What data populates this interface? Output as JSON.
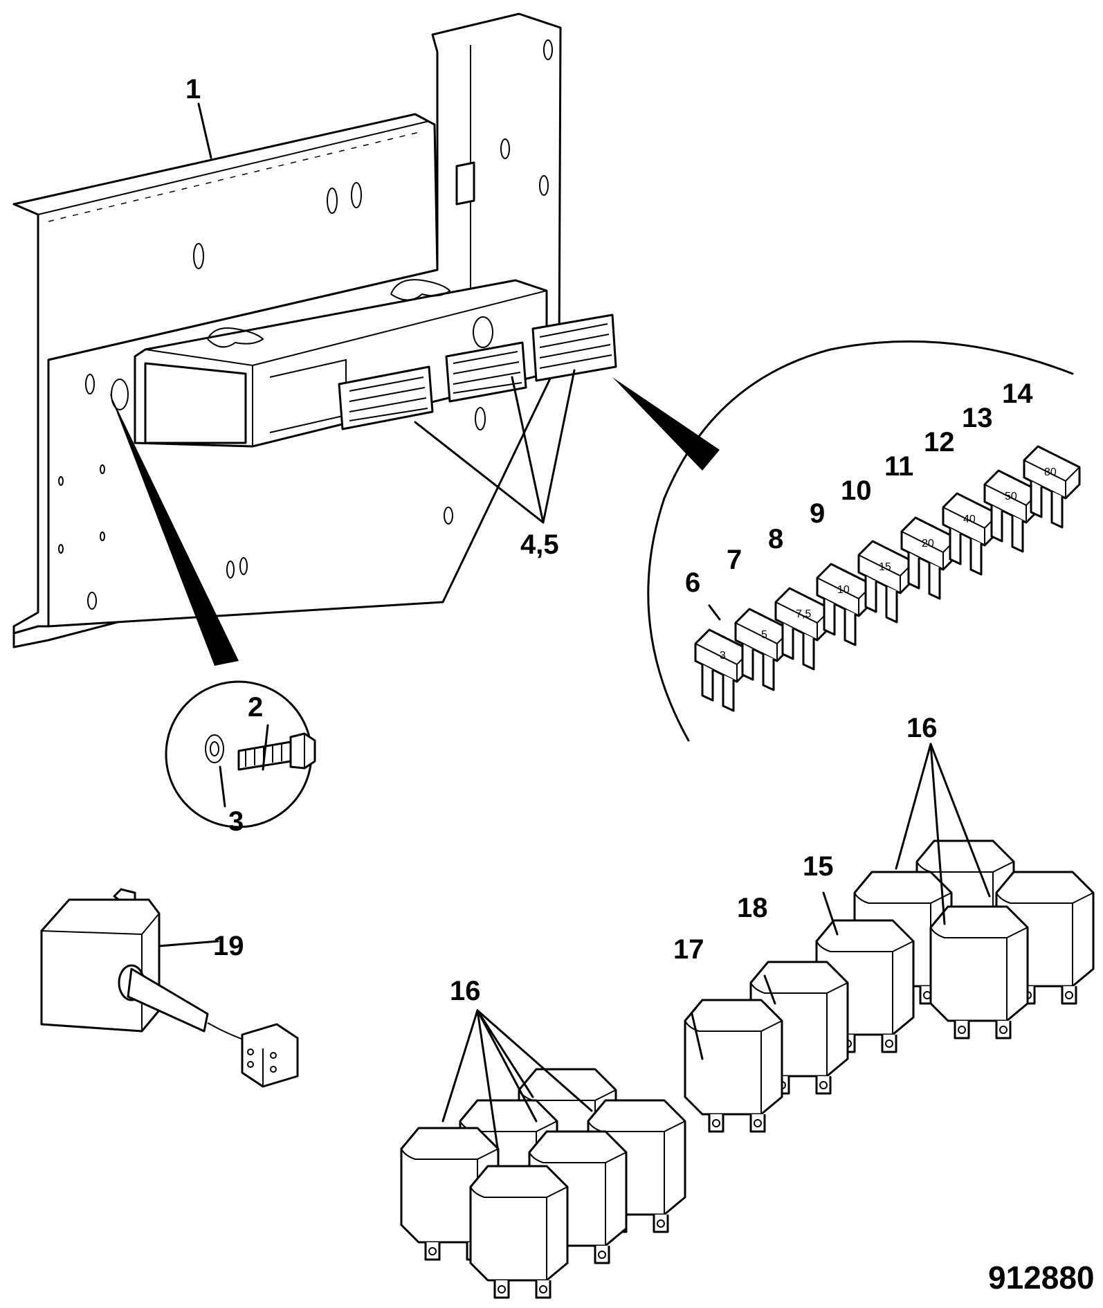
{
  "callouts": {
    "c1": "1",
    "c2": "2",
    "c3": "3",
    "c45": "4,5",
    "c6": "6",
    "c7": "7",
    "c8": "8",
    "c9": "9",
    "c10": "10",
    "c11": "11",
    "c12": "12",
    "c13": "13",
    "c14": "14",
    "c15": "15",
    "c16a": "16",
    "c16b": "16",
    "c17": "17",
    "c18": "18",
    "c19": "19"
  },
  "fuse_ratings": [
    "3",
    "5",
    "7,5",
    "10",
    "15",
    "20",
    "40",
    "50",
    "80"
  ],
  "figure_reference": "912880"
}
